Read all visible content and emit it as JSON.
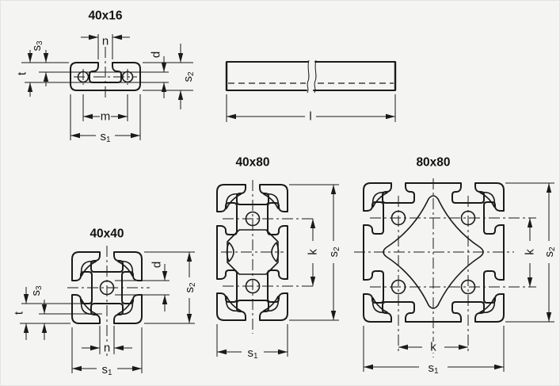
{
  "colors": {
    "background": "#f4f4f2",
    "line": "#1a1a1a"
  },
  "titles": {
    "profile_40x16": "40x16",
    "profile_40x40": "40x40",
    "profile_40x80": "40x80",
    "profile_80x80": "80x80"
  },
  "labels": {
    "n": "n",
    "m": "m",
    "d": "d",
    "t": "t",
    "l": "l",
    "k": "k",
    "s1": {
      "base": "s",
      "sub": "1"
    },
    "s2": {
      "base": "s",
      "sub": "2"
    },
    "s3": {
      "base": "s",
      "sub": "3"
    }
  }
}
